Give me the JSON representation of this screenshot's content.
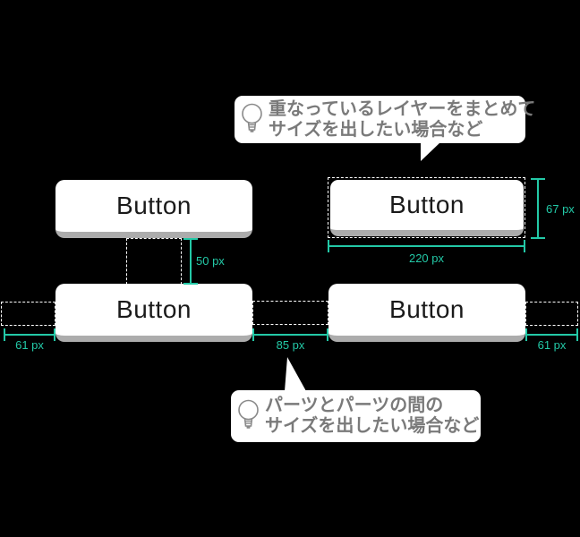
{
  "colors": {
    "background": "#000000",
    "measure_accent": "#23C9A7",
    "button_face": "#FFFFFF",
    "button_shadow": "#ACACAC",
    "tooltip_text": "#7A7A7A"
  },
  "buttons": {
    "top_left": "Button",
    "top_right": "Button",
    "bottom_left": "Button",
    "bottom_right": "Button"
  },
  "tooltips": {
    "top": {
      "icon": "lightbulb-icon",
      "line1": "重なっているレイヤーをまとめて",
      "line2": "サイズを出したい場合など"
    },
    "bottom": {
      "icon": "lightbulb-icon",
      "line1": "パーツとパーツの間の",
      "line2": "サイズを出したい場合など"
    }
  },
  "measurements": {
    "vertical_gap": "50 px",
    "selection_height": "67 px",
    "selection_width": "220 px",
    "left_margin": "61 px",
    "horizontal_gap": "85 px",
    "right_margin": "61 px"
  }
}
